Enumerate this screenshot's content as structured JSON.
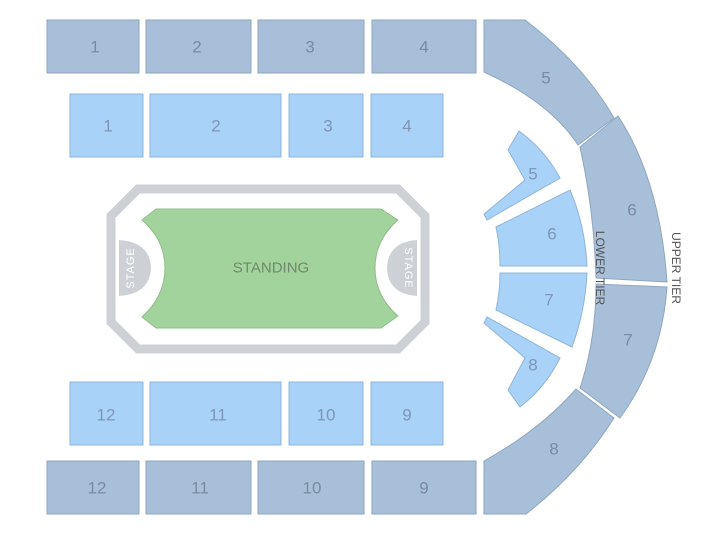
{
  "colors": {
    "upper_tier": "#a8bfd9",
    "lower_tier": "#a8d2f7",
    "standing": "#a3d39c",
    "floor_border": "#cdd1d6",
    "stage": "#cdd1d6"
  },
  "floor": {
    "standing_label": "STANDING",
    "stage_left_label": "STAGE",
    "stage_right_label": "STAGE"
  },
  "tiers": {
    "lower_label": "LOWER TIER",
    "upper_label": "UPPER TIER"
  },
  "upper_tier": {
    "top": [
      "1",
      "2",
      "3",
      "4"
    ],
    "bottom": [
      "12",
      "11",
      "10",
      "9"
    ],
    "side": [
      "5",
      "6",
      "7",
      "8"
    ]
  },
  "lower_tier": {
    "top": [
      "1",
      "2",
      "3",
      "4"
    ],
    "bottom": [
      "12",
      "11",
      "10",
      "9"
    ],
    "side": [
      "5",
      "6",
      "7",
      "8"
    ]
  }
}
